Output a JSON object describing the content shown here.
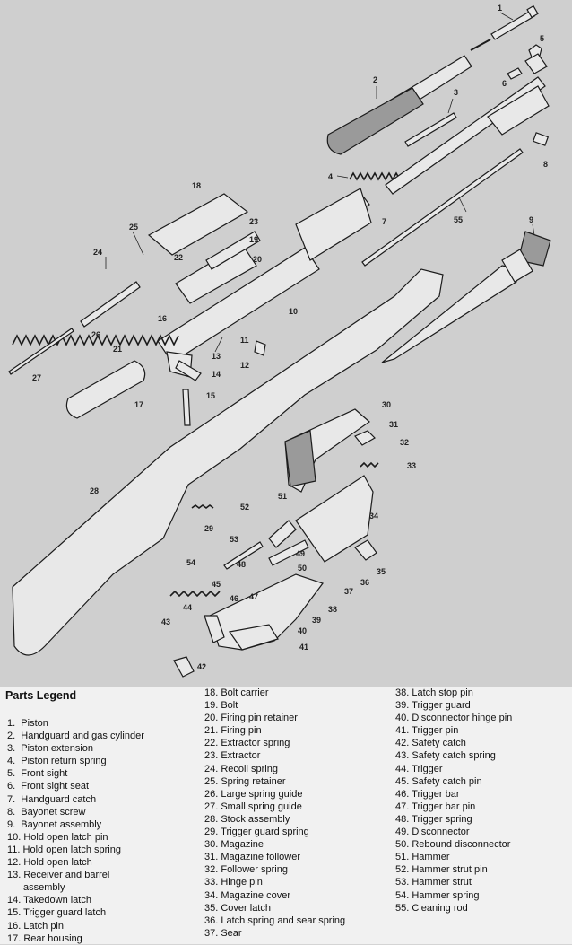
{
  "legend": {
    "title": "Parts  Legend",
    "col1": [
      "1.  Piston",
      "2.  Handguard and gas cylinder",
      "3.  Piston extension",
      "4.  Piston return spring",
      "5.  Front sight",
      "6.  Front sight seat",
      "7.  Handguard catch",
      "8.  Bayonet screw",
      "9.  Bayonet assembly",
      "10. Hold open latch pin",
      "11. Hold open latch spring",
      "12. Hold open latch",
      "13. Receiver and barrel",
      "assembly",
      "14. Takedown latch",
      "15. Trigger guard latch",
      "16. Latch pin",
      "17. Rear housing"
    ],
    "col2": [
      "18. Bolt carrier",
      "19. Bolt",
      "20. Firing pin retainer",
      "21. Firing pin",
      "22. Extractor spring",
      "23. Extractor",
      "24. Recoil spring",
      "25. Spring retainer",
      "26. Large spring guide",
      "27. Small spring guide",
      "28. Stock assembly",
      "29. Trigger guard spring",
      "30. Magazine",
      "31. Magazine follower",
      "32. Follower spring",
      "33. Hinge pin",
      "34. Magazine cover",
      "35. Cover latch",
      "36. Latch spring and sear spring",
      "37. Sear"
    ],
    "col3": [
      "38. Latch stop pin",
      "39. Trigger guard",
      "40. Disconnector hinge pin",
      "41. Trigger pin",
      "42. Safety catch",
      "43. Safety catch spring",
      "44. Trigger",
      "45. Safety catch pin",
      "46. Trigger bar",
      "47. Trigger bar pin",
      "48. Trigger spring",
      "49. Disconnector",
      "50. Rebound disconnector",
      "51. Hammer",
      "52. Hammer strut pin",
      "53. Hammer strut",
      "54. Hammer spring",
      "55. Cleaning rod"
    ]
  },
  "callouts": [
    "1",
    "2",
    "3",
    "4",
    "5",
    "6",
    "7",
    "8",
    "9",
    "10",
    "11",
    "12",
    "13",
    "14",
    "15",
    "16",
    "17",
    "18",
    "19",
    "20",
    "21",
    "22",
    "23",
    "24",
    "25",
    "26",
    "27",
    "28",
    "29",
    "30",
    "31",
    "32",
    "33",
    "34",
    "35",
    "36",
    "37",
    "38",
    "39",
    "40",
    "41",
    "42",
    "43",
    "44",
    "45",
    "46",
    "47",
    "48",
    "49",
    "50",
    "51",
    "52",
    "53",
    "54",
    "55"
  ]
}
